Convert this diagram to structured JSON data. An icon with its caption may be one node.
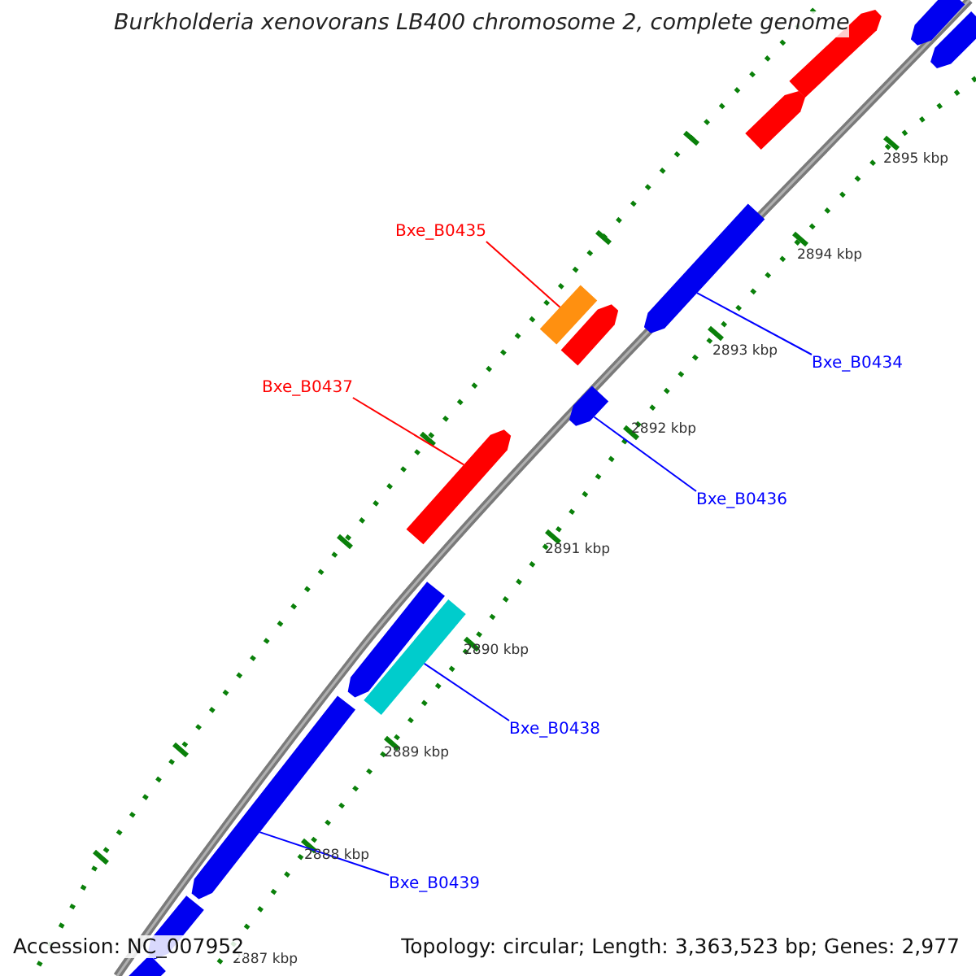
{
  "diagram": {
    "title": "Burkholderia xenovorans LB400 chromosome 2, complete genome",
    "nodes": [
      {
        "text": [
          "Bxe_B0435"
        ]
      },
      {
        "text": [],
        "shape": "bar"
      },
      {
        "text": [
          "Bxe_B0434"
        ]
      },
      {
        "text": [],
        "shape": "arrow"
      },
      {
        "text": [
          "Bxe_B0437"
        ]
      },
      {
        "text": [],
        "shape": "arrow"
      },
      {
        "text": [
          "Bxe_B0436"
        ]
      },
      {
        "text": [],
        "shape": "arrow"
      },
      {
        "text": [
          "Bxe_B0438"
        ]
      },
      {
        "text": [],
        "shape": "bar"
      },
      {
        "text": [
          "Bxe_B0439"
        ]
      },
      {
        "text": [],
        "shape": "arrow"
      }
    ],
    "edges": [
      {
        "from": 0,
        "to": 1,
        "arrow": "none",
        "color": "#ff0000"
      },
      {
        "from": 2,
        "to": 3,
        "arrow": "none"
      },
      {
        "from": 4,
        "to": 5,
        "arrow": "none",
        "color": "#ff0000"
      },
      {
        "from": 6,
        "to": 7,
        "arrow": "none"
      },
      {
        "from": 8,
        "to": 9,
        "arrow": "none"
      },
      {
        "from": 10,
        "to": 11,
        "arrow": "none"
      }
    ],
    "labels": [
      "2895 kbp",
      "2894 kbp",
      "2893 kbp",
      "2892 kbp",
      "2891 kbp",
      "2890 kbp",
      "2889 kbp",
      "2888 kbp",
      "2887 kbp",
      "Accession: NC_007952",
      "Topology: circular; Length: 3,363,523 bp; Genes: 2,977"
    ]
  }
}
